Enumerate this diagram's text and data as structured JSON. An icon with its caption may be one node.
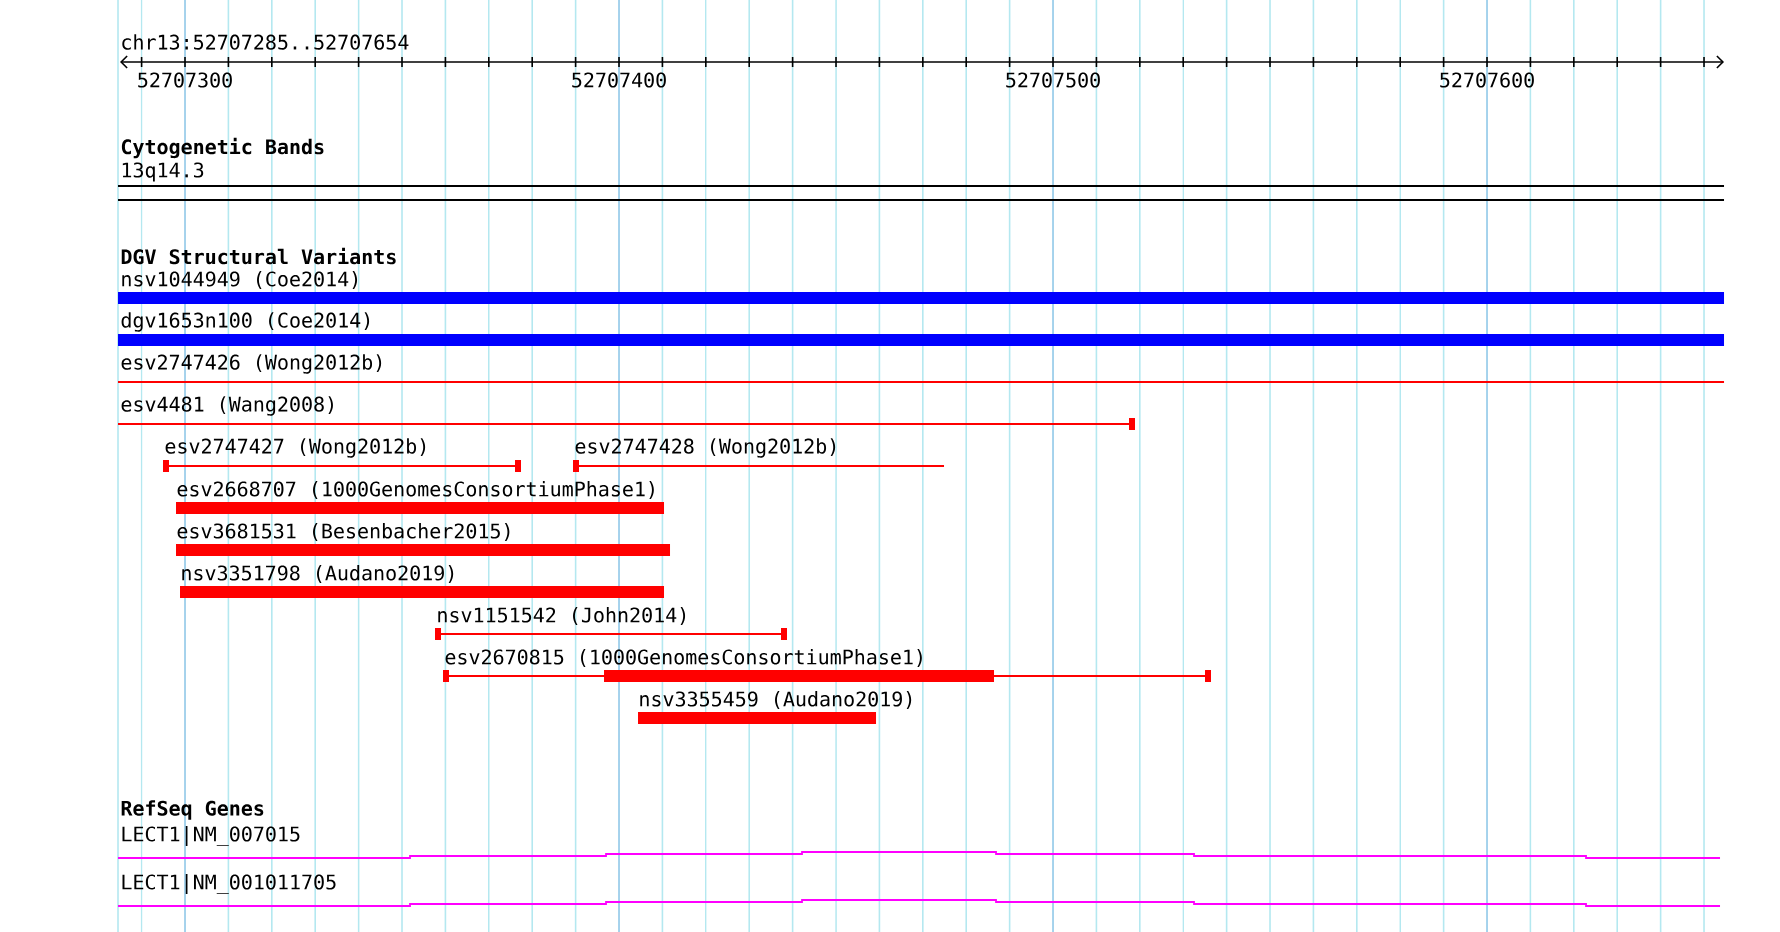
{
  "diagram": {
    "nodes": [
      {
        "text": [
          "13q14.3"
        ]
      },
      {
        "text": [
          "nsv1044949 (Coe2014)"
        ]
      },
      {
        "text": [
          "dgv1653n100 (Coe2014)"
        ]
      },
      {
        "text": [
          "esv2747426 (Wong2012b)"
        ]
      },
      {
        "text": [
          "esv4481 (Wang2008)"
        ]
      },
      {
        "text": [
          "esv2747427 (Wong2012b)"
        ]
      },
      {
        "text": [
          "esv2747428 (Wong2012b)"
        ]
      },
      {
        "text": [
          "esv2668707 (1000GenomesConsortiumPhase1)"
        ]
      },
      {
        "text": [
          "esv3681531 (Besenbacher2015)"
        ]
      },
      {
        "text": [
          "nsv3351798 (Audano2019)"
        ]
      },
      {
        "text": [
          "nsv1151542 (John2014)"
        ]
      },
      {
        "text": [
          "esv2670815 (1000GenomesConsortiumPhase1)"
        ]
      },
      {
        "text": [
          "nsv3355459 (Audano2019)"
        ]
      },
      {
        "text": [
          "LECT1|NM_007015"
        ]
      },
      {
        "text": [
          "LECT1|NM_001011705"
        ]
      }
    ],
    "labels": [
      "chr13:52707285..52707654",
      "52707300",
      "52707400",
      "52707500",
      "52707600",
      "Cytogenetic Bands",
      "DGV Structural Variants",
      "RefSeq Genes"
    ]
  }
}
